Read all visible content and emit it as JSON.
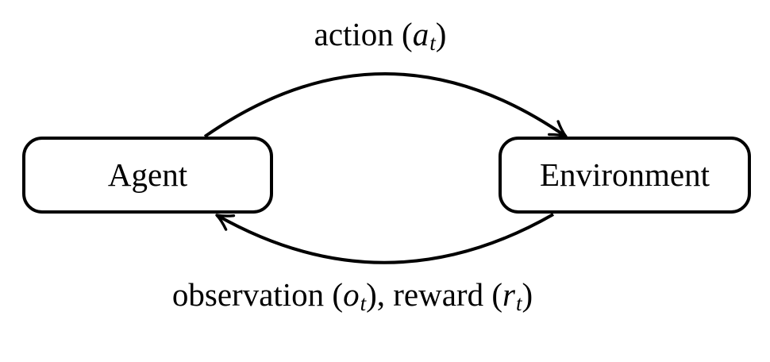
{
  "diagram": {
    "type": "agent-environment-loop",
    "background_color": "#ffffff",
    "stroke_color": "#000000",
    "text_color": "#000000",
    "nodes": {
      "agent": {
        "label": "Agent"
      },
      "environment": {
        "label": "Environment"
      }
    },
    "edges": {
      "action": {
        "from": "Agent",
        "to": "Environment",
        "label_prefix": "action (",
        "label_var": "a",
        "label_sub": "t",
        "label_suffix": ")"
      },
      "feedback": {
        "from": "Environment",
        "to": "Agent",
        "obs_prefix": "observation (",
        "obs_var": "o",
        "obs_sub": "t",
        "mid": "), reward (",
        "rew_var": "r",
        "rew_sub": "t",
        "suffix": ")"
      }
    }
  }
}
